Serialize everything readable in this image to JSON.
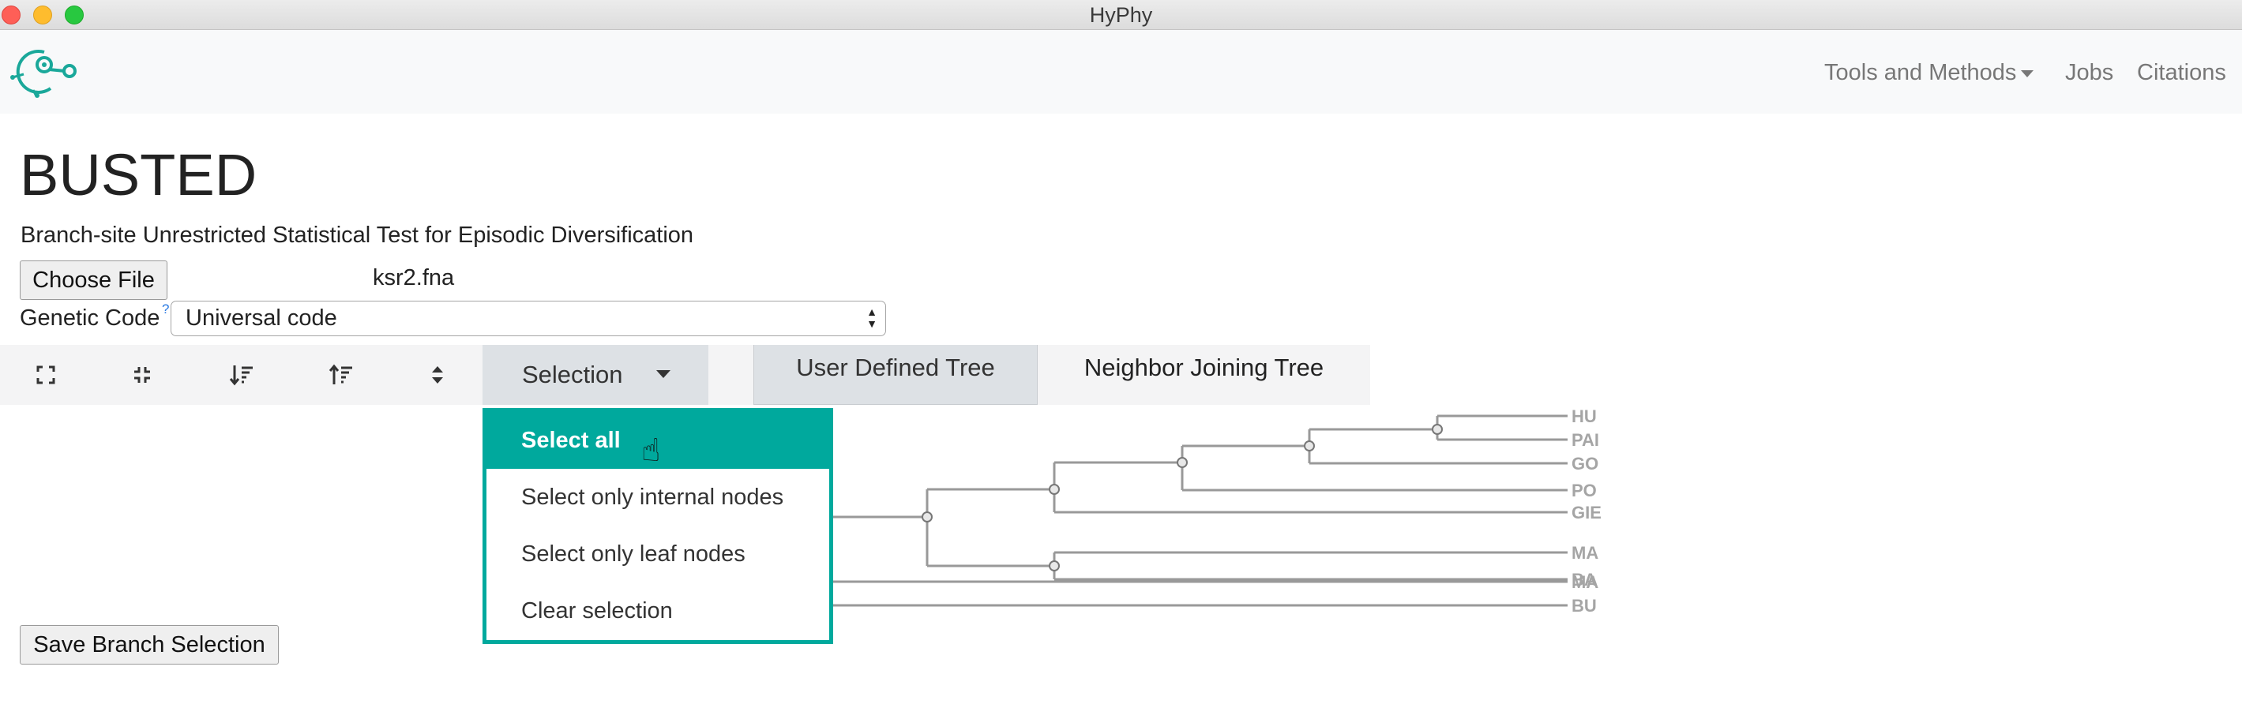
{
  "window": {
    "title": "HyPhy"
  },
  "navbar": {
    "logo_icon": "hyphy-logo-icon",
    "tools_label": "Tools and Methods",
    "jobs_label": "Jobs",
    "citations_label": "Citations"
  },
  "page": {
    "heading": "BUSTED",
    "subtitle": "Branch-site Unrestricted Statistical Test for Episodic Diversification"
  },
  "file": {
    "button_label": "Choose File",
    "file_name": "ksr2.fna"
  },
  "genetic_code": {
    "label": "Genetic Code",
    "help": "?",
    "selected": "Universal code"
  },
  "toolbar": {
    "icons": [
      "expand-icon",
      "compress-icon",
      "sort-ascending-icon",
      "sort-descending-icon",
      "sort-icon"
    ],
    "selection_label": "Selection",
    "tabs": [
      "User Defined Tree",
      "Neighbor Joining Tree"
    ],
    "active_tab": "Neighbor Joining Tree"
  },
  "dropdown": {
    "items": [
      "Select all",
      "Select only internal nodes",
      "Select only leaf nodes",
      "Clear selection"
    ],
    "highlighted": "Select all",
    "accent_color": "#00a99d"
  },
  "tree": {
    "leaf_labels": [
      "HU",
      "PAI",
      "GO",
      "PO",
      "GIE",
      "MA",
      "BA",
      "MA",
      "BU"
    ],
    "branch_color": "#999999"
  },
  "actions": {
    "save_label": "Save Branch Selection"
  }
}
